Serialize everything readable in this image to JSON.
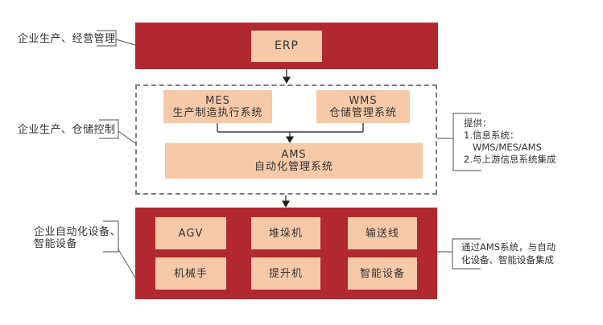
{
  "diagram_title": "ERP-MES/WMS-AMS automation architecture",
  "colors": {
    "band_red": "#B2282F",
    "box_peach": "#F6C9A8",
    "background": "#FFFFFF",
    "text": "#333333",
    "connector_line": "#3C3C3C",
    "bracket_gray": "#6F6F6F",
    "dashed_border": "#7E7E7E"
  },
  "left_labels": {
    "top": "企业生产、经营管理",
    "middle": "企业生产、仓储控制",
    "bottom_line1": "企业自动化设备、",
    "bottom_line2": "智能设备"
  },
  "top_band": {
    "erp": "ERP"
  },
  "middle_panel": {
    "mes": {
      "title": "MES",
      "subtitle": "生产制造执行系统"
    },
    "wms": {
      "title": "WMS",
      "subtitle": "仓储管理系统"
    },
    "ams": {
      "title": "AMS",
      "subtitle": "自动化管理系统"
    }
  },
  "bottom_band": {
    "boxes": [
      "AGV",
      "堆垛机",
      "输送线",
      "机械手",
      "提升机",
      "智能设备"
    ]
  },
  "right_annotations": {
    "info_system": {
      "line1": "提供：",
      "line2": "1.信息系统：",
      "line3": "   WMS/MES/AMS",
      "line4": "2.与上游信息系统集成"
    },
    "ams_integration": {
      "line1": "通过AMS系统，与自动",
      "line2": "化设备、智能设备集成"
    }
  }
}
